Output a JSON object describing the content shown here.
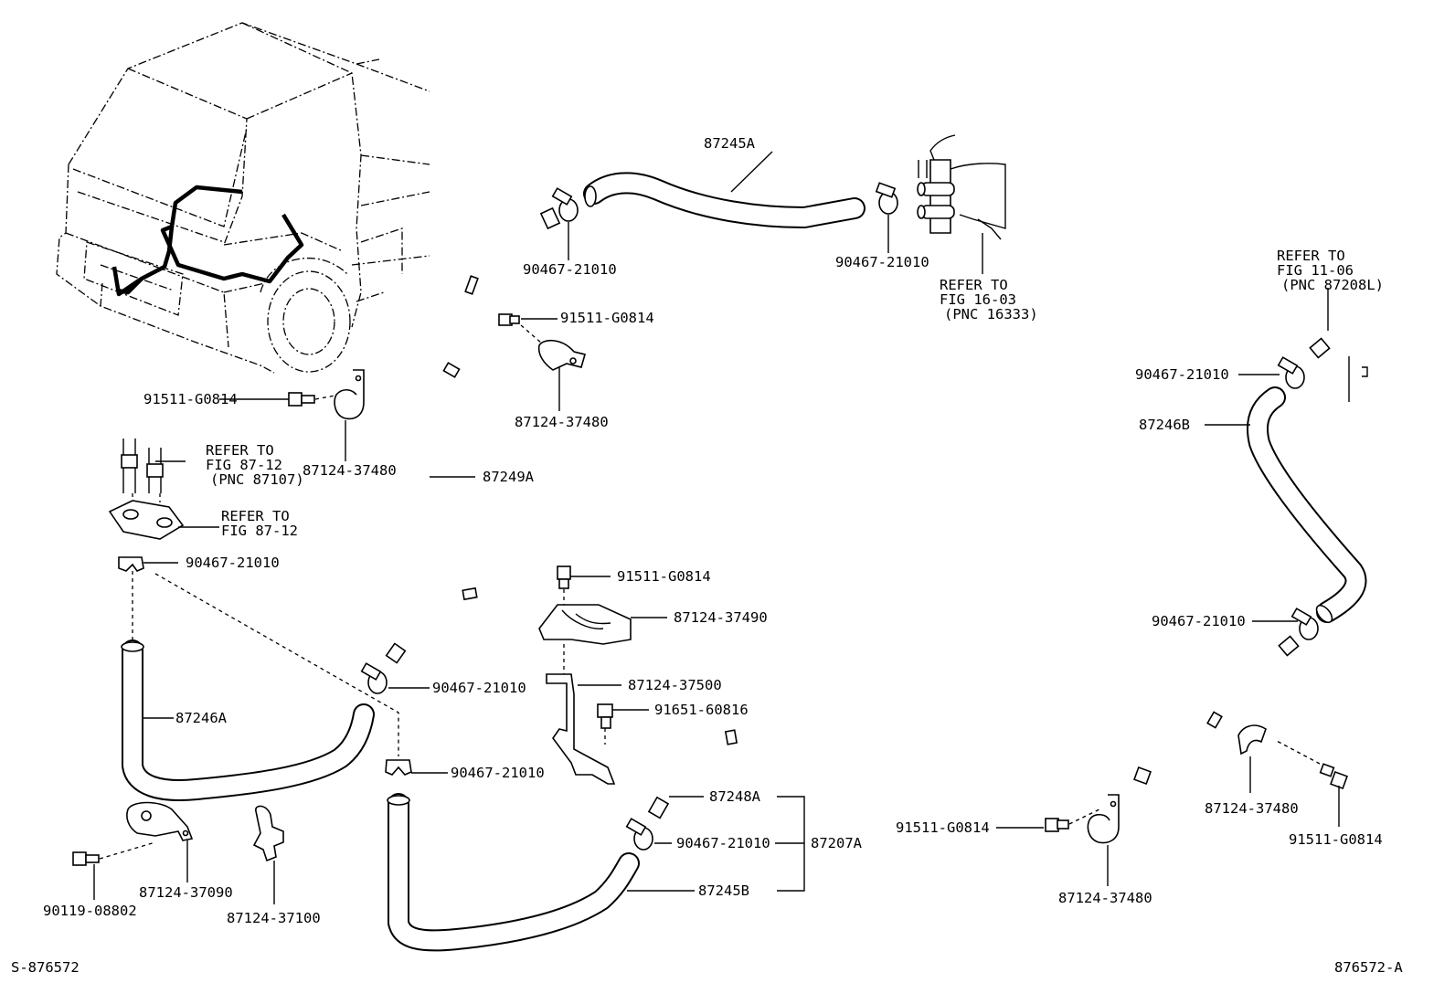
{
  "diagram": {
    "footer_left": "S-876572",
    "footer_right": "876572-A",
    "hoses": {
      "h87245A": "87245A",
      "h87246B": "87246B",
      "h87249A": "87249A",
      "h87246A": "87246A",
      "h87248A": "87248A",
      "h87245B": "87245B",
      "h87207A": "87207A"
    },
    "clamps": {
      "c_top_left": "90467-21010",
      "c_top_mid": "90467-21010",
      "c_upper_right": "90467-21010",
      "c_mid_right": "90467-21010",
      "c_left": "90467-21010",
      "c_center": "90467-21010",
      "c_lower_center": "90467-21010",
      "c_bottom": "90467-21010"
    },
    "bolts": {
      "b_top": "91511-G0814",
      "b_left": "91511-G0814",
      "b_bracket": "91511-G0814",
      "b_right_bottom": "91511-G0814",
      "b_bottom_mid": "91511-G0814",
      "b_bracket2": "91651-60816",
      "b_bottom_left": "90119-08802"
    },
    "brackets": {
      "k_top": "87124-37480",
      "k_left": "87124-37480",
      "k_right": "87124-37480",
      "k_bottom_mid": "87124-37480",
      "k_490": "87124-37490",
      "k_500": "87124-37500",
      "k_090": "87124-37090",
      "k_100": "87124-37100"
    },
    "refs": {
      "ref_16": [
        "REFER TO",
        "FIG 16-03",
        "(PNC 16333)"
      ],
      "ref_11": [
        "REFER TO",
        "FIG 11-06",
        "(PNC 87208L)"
      ],
      "ref_87_pnc": [
        "REFER TO",
        "FIG 87-12",
        "(PNC 87107)"
      ],
      "ref_87": [
        "REFER TO",
        "FIG 87-12"
      ]
    }
  }
}
